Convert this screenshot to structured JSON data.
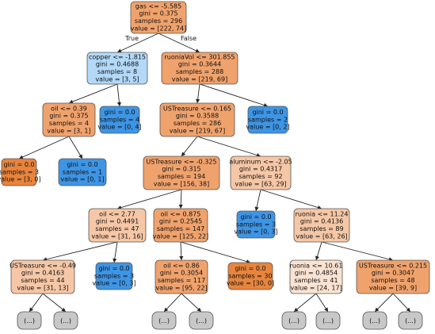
{
  "edge_labels": {
    "true_label": "True",
    "false_label": "False"
  },
  "colors": {
    "orange_dark": "#e8843c",
    "orange_mid": "#f0a26c",
    "orange_light": "#f6c7a6",
    "peach_pale": "#fbe3d2",
    "blue_dark": "#3d95e5",
    "blue_light": "#b3d8f8",
    "truncated_gray": "#c8c8c8",
    "border": "#555555"
  },
  "nodes": [
    {
      "id": "n0",
      "lines": [
        "gas <= -5.585",
        "gini = 0.375",
        "samples = 296",
        "value = [222, 74]"
      ],
      "color": "orange_mid"
    },
    {
      "id": "n1",
      "lines": [
        "copper <= -1.815",
        "gini = 0.4688",
        "samples = 8",
        "value = [3, 5]"
      ],
      "color": "blue_light"
    },
    {
      "id": "n2",
      "lines": [
        "ruoniaVol <= 301.855",
        "gini = 0.3644",
        "samples = 288",
        "value = [219, 69]"
      ],
      "color": "orange_mid"
    },
    {
      "id": "n3",
      "lines": [
        "oil <= 0.39",
        "gini = 0.375",
        "samples = 4",
        "value = [3, 1]"
      ],
      "color": "orange_mid"
    },
    {
      "id": "n4",
      "lines": [
        "gini = 0.0",
        "samples = 4",
        "value = [0, 4]"
      ],
      "color": "blue_dark"
    },
    {
      "id": "n5",
      "lines": [
        "USTreasure <= 0.165",
        "gini = 0.3588",
        "samples = 286",
        "value = [219, 67]"
      ],
      "color": "orange_mid"
    },
    {
      "id": "n6",
      "lines": [
        "gini = 0.0",
        "samples = 2",
        "value = [0, 2]"
      ],
      "color": "blue_dark"
    },
    {
      "id": "n7",
      "lines": [
        "gini = 0.0",
        "samples = 3",
        "value = [3, 0]"
      ],
      "color": "orange_dark"
    },
    {
      "id": "n8",
      "lines": [
        "gini = 0.0",
        "samples = 1",
        "value = [0, 1]"
      ],
      "color": "blue_dark"
    },
    {
      "id": "n9",
      "lines": [
        "USTreasure <= -0.325",
        "gini = 0.315",
        "samples = 194",
        "value = [156, 38]"
      ],
      "color": "orange_mid"
    },
    {
      "id": "n10",
      "lines": [
        "aluminum <= -2.05",
        "gini = 0.4317",
        "samples = 92",
        "value = [63, 29]"
      ],
      "color": "orange_light"
    },
    {
      "id": "n11",
      "lines": [
        "oil <= 2.77",
        "gini = 0.4491",
        "samples = 47",
        "value = [31, 16]"
      ],
      "color": "orange_light"
    },
    {
      "id": "n12",
      "lines": [
        "oil <= 0.875",
        "gini = 0.2545",
        "samples = 147",
        "value = [125, 22]"
      ],
      "color": "orange_mid"
    },
    {
      "id": "n13",
      "lines": [
        "gini = 0.0",
        "samples = 3",
        "value = [0, 3]"
      ],
      "color": "blue_dark"
    },
    {
      "id": "n14",
      "lines": [
        "ruonia <= 11.24",
        "gini = 0.4136",
        "samples = 89",
        "value = [63, 26]"
      ],
      "color": "orange_light"
    },
    {
      "id": "n15",
      "lines": [
        "USTreasure <= -0.49",
        "gini = 0.4163",
        "samples = 44",
        "value = [31, 13]"
      ],
      "color": "orange_light"
    },
    {
      "id": "n16",
      "lines": [
        "gini = 0.0",
        "samples = 3",
        "value = [0, 3]"
      ],
      "color": "blue_dark"
    },
    {
      "id": "n17",
      "lines": [
        "oil <= 0.86",
        "gini = 0.3054",
        "samples = 117",
        "value = [95, 22]"
      ],
      "color": "orange_mid"
    },
    {
      "id": "n18",
      "lines": [
        "gini = 0.0",
        "samples = 30",
        "value = [30, 0]"
      ],
      "color": "orange_dark"
    },
    {
      "id": "n19",
      "lines": [
        "ruonia <= 10.61",
        "gini = 0.4854",
        "samples = 41",
        "value = [24, 17]"
      ],
      "color": "peach_pale"
    },
    {
      "id": "n20",
      "lines": [
        "USTreasure <= 0.215",
        "gini = 0.3047",
        "samples = 48",
        "value = [39, 9]"
      ],
      "color": "orange_mid"
    }
  ],
  "truncated_label": "(...)",
  "truncated_count": 8
}
